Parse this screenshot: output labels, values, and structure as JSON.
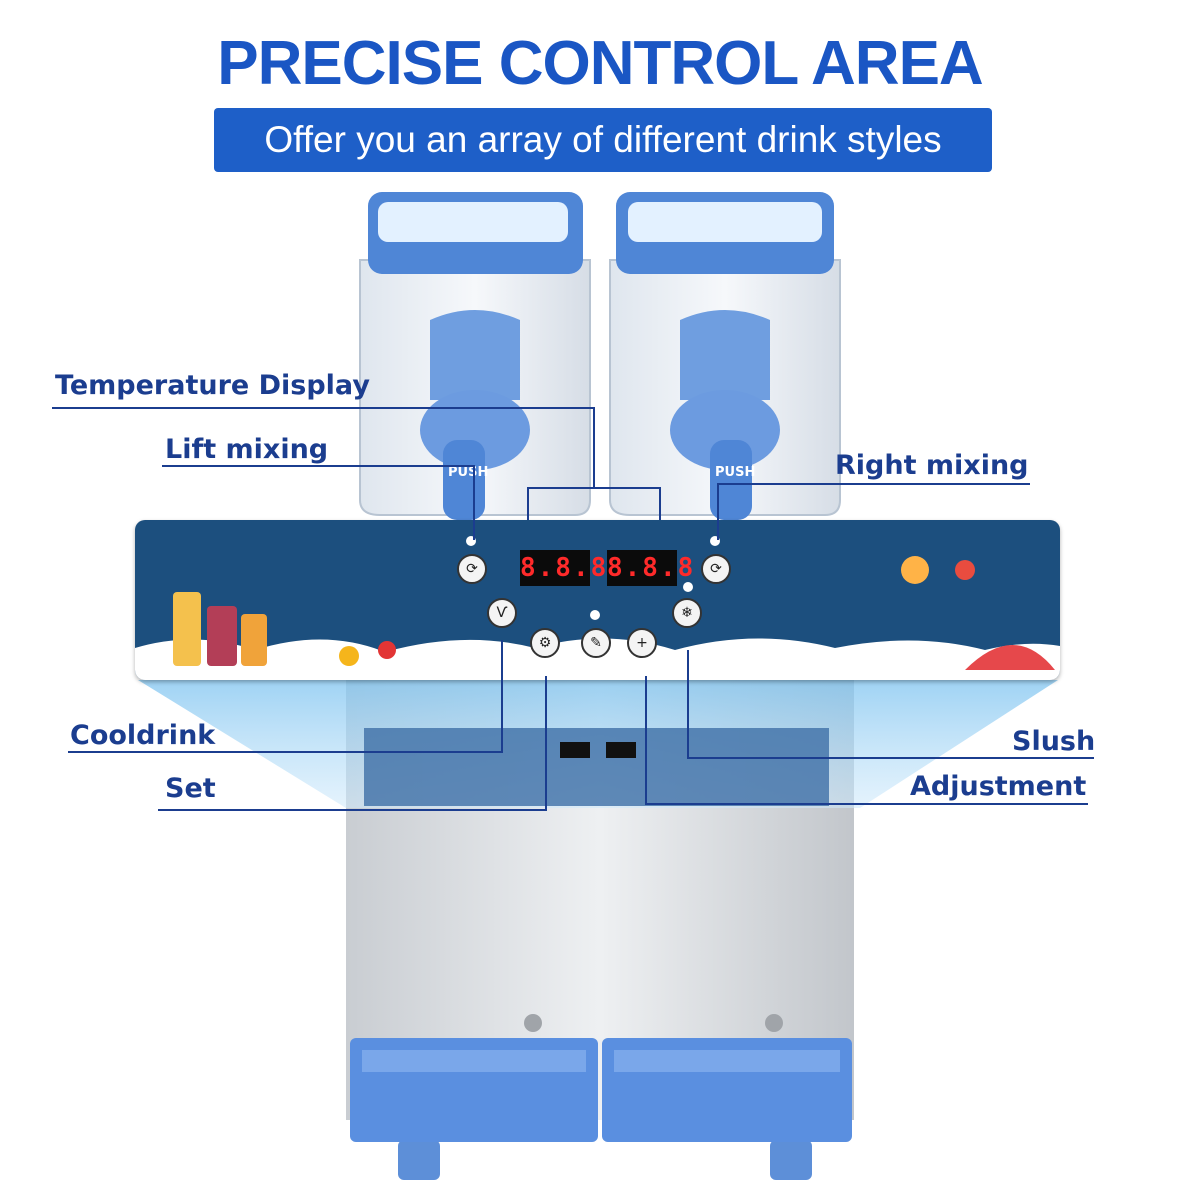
{
  "header": {
    "title": "PRECISE CONTROL AREA",
    "subtitle": "Offer you an array of different drink styles"
  },
  "callouts": {
    "temperature_display": "Temperature Display",
    "lift_mixing": "Lift mixing",
    "right_mixing": "Right mixing",
    "cooldrink": "Cooldrink",
    "set": "Set",
    "slush": "Slush",
    "adjustment": "Adjustment"
  },
  "machine": {
    "push_left": "PUSH",
    "push_right": "PUSH",
    "display_left": "8.8.8",
    "display_right": "8.8.8"
  },
  "colors": {
    "title": "#1a56c4",
    "subtitle_bg": "#1e5fc8",
    "callout": "#1b3d8f",
    "machine_blue": "#4f86d6",
    "panel_bg": "#1c4f7e"
  },
  "icons": [
    "mixing-icon",
    "cooldrink-icon",
    "set-gear-icon",
    "adjust-icon",
    "plus-icon",
    "snowflake-icon"
  ]
}
